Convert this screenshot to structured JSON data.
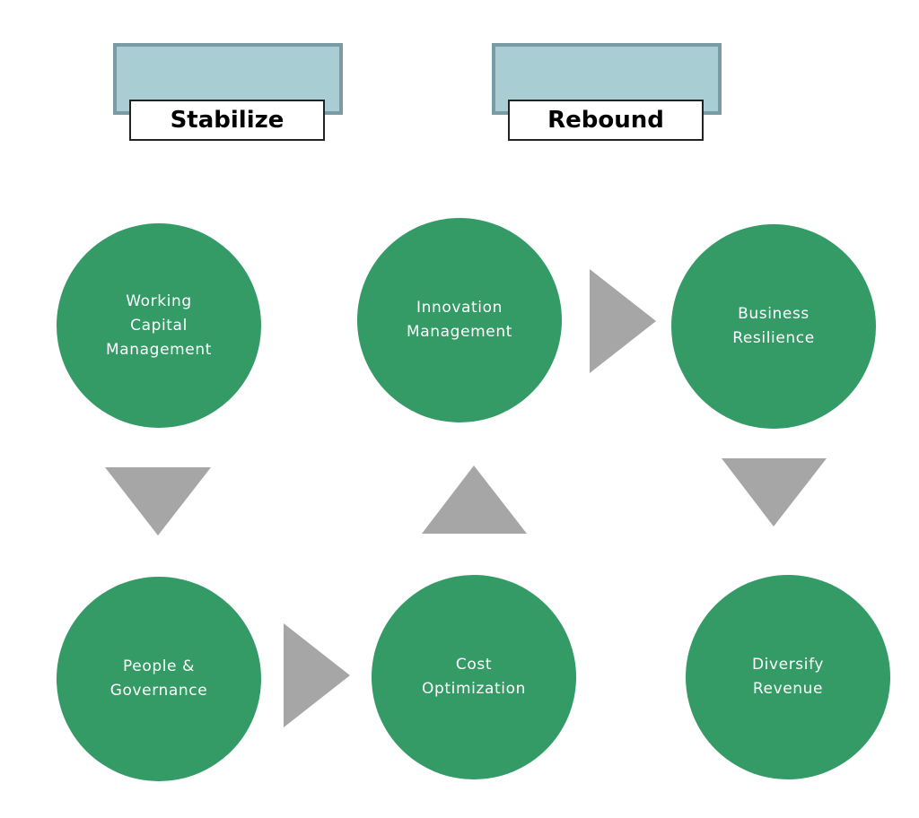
{
  "colors": {
    "header_fill": "#a8ced4",
    "header_border": "#7a9ba4",
    "circle_fill": "#349a66",
    "arrow_fill": "#a6a6a6"
  },
  "headers": [
    {
      "id": "stabilize",
      "label": "Stabilize"
    },
    {
      "id": "rebound",
      "label": "Rebound"
    }
  ],
  "nodes": [
    {
      "id": "working-capital",
      "lines": [
        "Working",
        "Capital",
        "Management"
      ]
    },
    {
      "id": "innovation",
      "lines": [
        "Innovation",
        "Management"
      ]
    },
    {
      "id": "business-resilience",
      "lines": [
        "Business",
        "Resilience"
      ]
    },
    {
      "id": "people-governance",
      "lines": [
        "People &",
        "Governance"
      ]
    },
    {
      "id": "cost-optimization",
      "lines": [
        "Cost",
        "Optimization"
      ]
    },
    {
      "id": "diversify-revenue",
      "lines": [
        "Diversify",
        "Revenue"
      ]
    }
  ],
  "arrows": [
    {
      "id": "working-to-people",
      "direction": "down"
    },
    {
      "id": "people-to-cost",
      "direction": "right"
    },
    {
      "id": "cost-to-innovation",
      "direction": "up"
    },
    {
      "id": "innovation-to-resilience",
      "direction": "right"
    },
    {
      "id": "resilience-to-diversify",
      "direction": "down"
    }
  ]
}
